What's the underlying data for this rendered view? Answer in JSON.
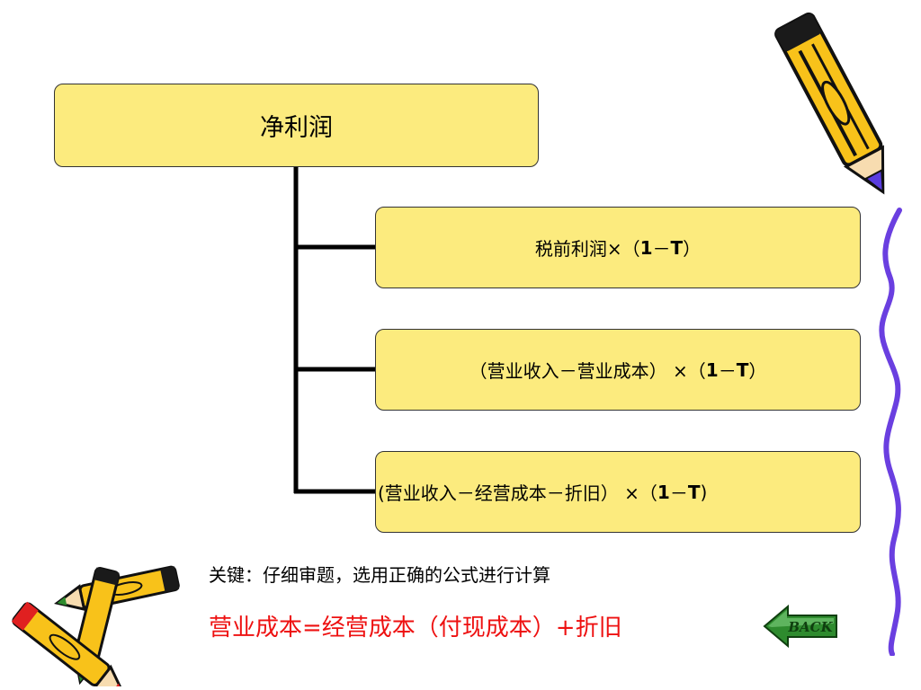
{
  "diagram": {
    "root": {
      "label": "净利润"
    },
    "children": [
      {
        "prefix": "税前利润×（",
        "one": "1",
        "dash": "－",
        "t": "T",
        "suffix": "）"
      },
      {
        "prefix": "（营业收入－营业成本） ×（",
        "one": "1",
        "dash": "－",
        "t": "T",
        "suffix": "）"
      },
      {
        "prefix": "(营业收入－经营成本－折旧） ×（",
        "one": "1",
        "dash": "－",
        "t": "T",
        "suffix": ")"
      }
    ]
  },
  "note": {
    "key_text": "关键：仔细审题，选用正确的公式进行计算",
    "formula": "营业成本=经营成本（付现成本）+折旧"
  },
  "back_button": {
    "label": "BACK"
  },
  "icons": [
    "pencil-icon-top-right",
    "pencils-icon-bottom-left",
    "back-arrow-icon"
  ],
  "colors": {
    "box_fill": "#fceb7e",
    "connector": "#000000",
    "formula_text": "#ee1111",
    "back_button": "#2e8b2e",
    "curve": "#6a3fe0"
  }
}
